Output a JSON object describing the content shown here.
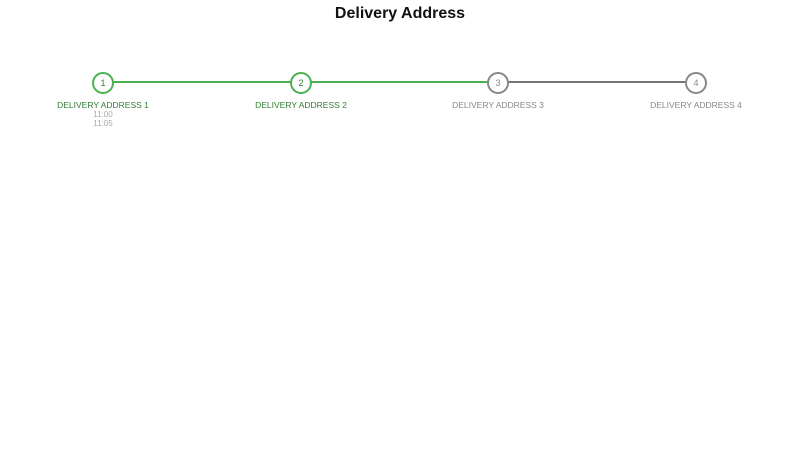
{
  "title": "Delivery Address",
  "steps": [
    {
      "number": "1",
      "label": "DELIVERY ADDRESS 1",
      "times": [
        "11:00",
        "11:05"
      ],
      "status": "completed"
    },
    {
      "number": "2",
      "label": "DELIVERY ADDRESS 2",
      "times": [],
      "status": "completed"
    },
    {
      "number": "3",
      "label": "DELIVERY ADDRESS 3",
      "times": [],
      "status": "pending"
    },
    {
      "number": "4",
      "label": "DELIVERY ADDRESS 4",
      "times": [],
      "status": "pending"
    }
  ],
  "colors": {
    "completed": "#4caf50",
    "pending": "#757575"
  }
}
